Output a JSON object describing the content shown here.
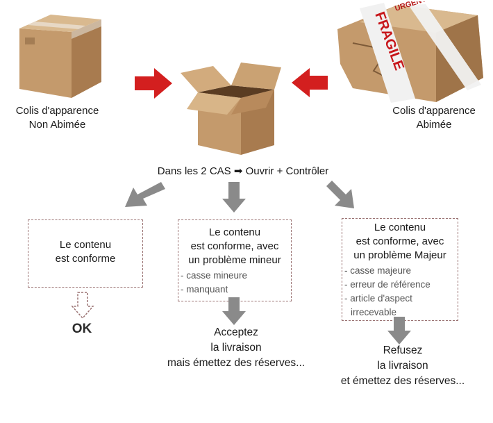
{
  "left_package": {
    "caption_line1": "Colis d'apparence",
    "caption_line2": "Non Abimée"
  },
  "right_package": {
    "caption_line1": "Colis d'apparence",
    "caption_line2": "Abimée",
    "tape_text": "FRAGILE",
    "stamp_text": "URGENT"
  },
  "center": {
    "label_left": "Dans les 2 CAS",
    "arrow_glyph": "➡",
    "label_right": "Ouvrir + Contrôler"
  },
  "cases": [
    {
      "title_lines": [
        "Le contenu",
        "est conforme"
      ],
      "items": [],
      "outcome_lines": [
        "OK"
      ]
    },
    {
      "title_lines": [
        "Le contenu",
        "est conforme, avec",
        "un problème mineur"
      ],
      "items": [
        "casse mineure",
        "manquant"
      ],
      "outcome_lines": [
        "Acceptez",
        "la livraison",
        "mais émettez des réserves..."
      ]
    },
    {
      "title_lines": [
        "Le contenu",
        "est conforme, avec",
        "un problème Majeur"
      ],
      "items": [
        "casse majeure",
        "erreur de référence",
        "article d'aspect",
        "irrecevable"
      ],
      "outcome_lines": [
        "Refusez",
        "la livraison",
        "et émettez des réserves..."
      ]
    }
  ],
  "colors": {
    "red_arrow": "#d31f1f",
    "grey_arrow": "#8a8a8a",
    "dashed_border": "#9a7272",
    "box_brown": "#c9a57a"
  }
}
